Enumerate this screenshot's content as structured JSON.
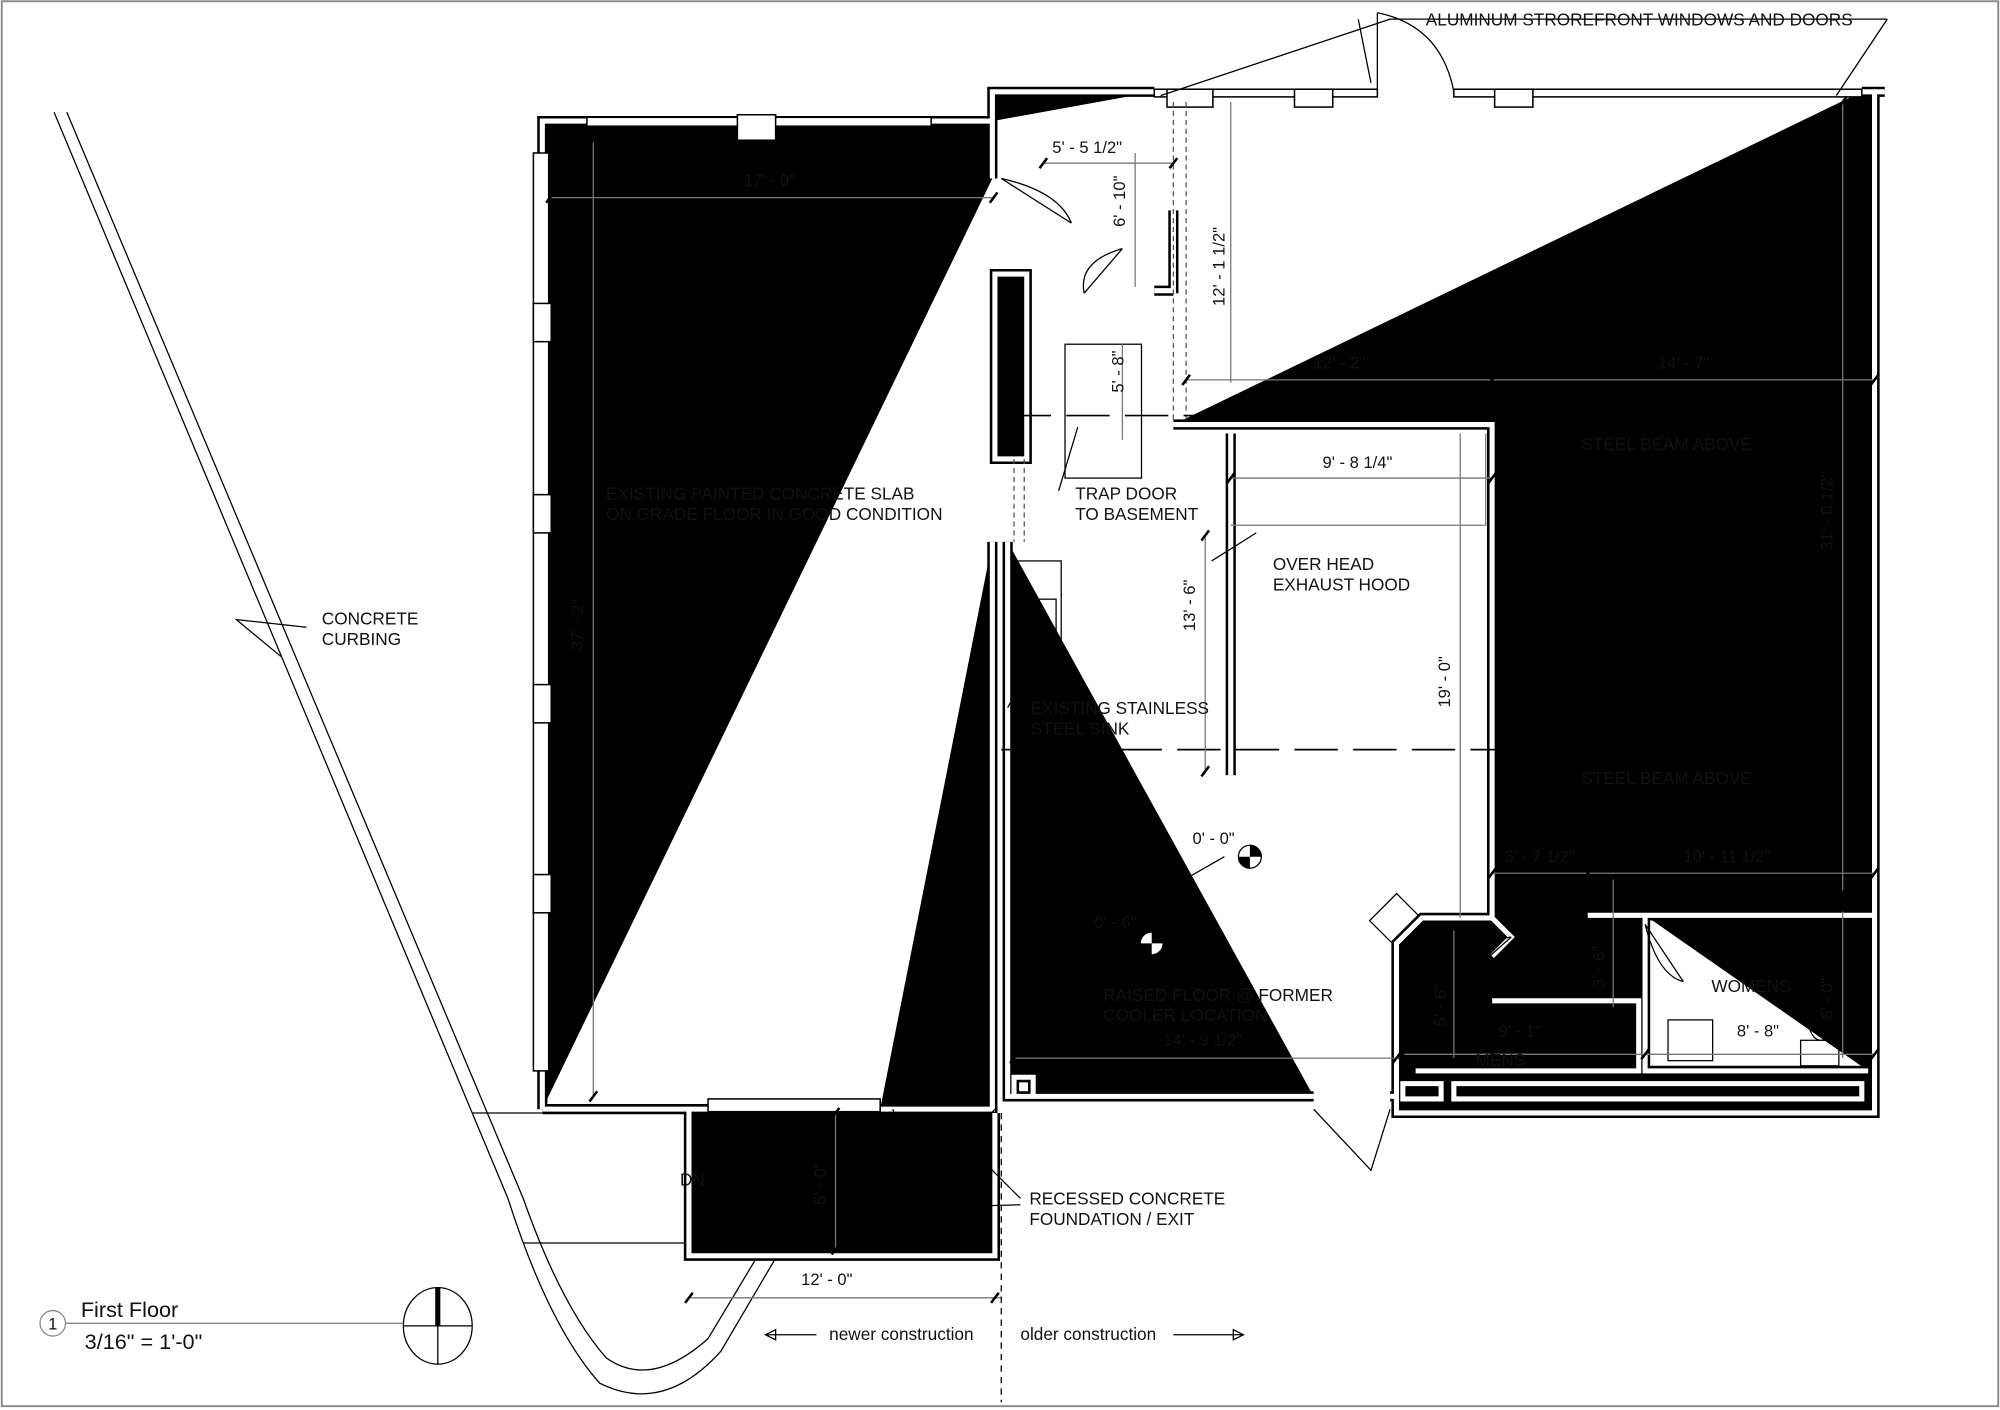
{
  "drawing": {
    "view_number": "1",
    "view_title": "First Floor",
    "scale": "3/16\" = 1'-0\"",
    "notes": {
      "storefront": "ALUMINUM STROREFRONT WINDOWS AND DOORS",
      "slab_1": "EXISTING PAINTED CONCRETE SLAB",
      "slab_2": "ON GRADE FLOOR IN GOOD CONDITION",
      "curbing_1": "CONCRETE",
      "curbing_2": "CURBING",
      "trap_1": "TRAP DOOR",
      "trap_2": "TO BASEMENT",
      "hood_1": "OVER HEAD",
      "hood_2": "EXHAUST HOOD",
      "sink_1": "EXISTING STAINLESS",
      "sink_2": "STEEL SINK",
      "beam_1": "STEEL BEAM ABOVE",
      "beam_2": "STEEL BEAM ABOVE",
      "raised_1": "RAISED FLOOR @ FORMER",
      "raised_2": "COOLER LOCATION",
      "recessed_1": "RECESSED CONCRETE",
      "recessed_2": "FOUNDATION / EXIT",
      "womens": "WOMENS",
      "mens": "MENS",
      "dn": "DN",
      "newer": "newer construction",
      "older": "older construction"
    },
    "dimensions": {
      "d17_0": "17' - 0\"",
      "d5_5h": "5' - 5 1/2\"",
      "d6_10": "6' - 10\"",
      "d12_1h": "12' - 1 1/2\"",
      "d5_8": "5' - 8\"",
      "d12_2": "12' - 2\"",
      "d14_7": "14' - 7\"",
      "d9_8q": "9' - 8 1/4\"",
      "d31_0h": "31' - 0 1/2\"",
      "d37_2": "37' - 2\"",
      "d13_6": "13' - 6\"",
      "d19_0": "19' - 0\"",
      "d3_7h": "3' - 7 1/2\"",
      "d10_11h": "10' - 11 1/2\"",
      "d3_6": "3' - 6\"",
      "d5_6": "5' - 6\"",
      "d6_0": "6' - 0\"",
      "d9_1": "9' - 1\"",
      "d8_8": "8' - 8\"",
      "d14_9h": "14' - 9 1/2\"",
      "d5_0": "5' - 0\"",
      "d12_0": "12' - 0\""
    },
    "elevations": {
      "e0_0": "0' - 0\"",
      "e0_6": "0' - 6\""
    }
  }
}
